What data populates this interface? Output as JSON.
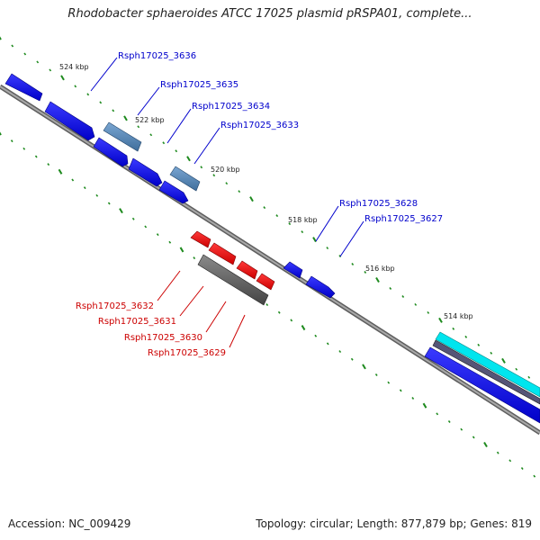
{
  "title": "Rhodobacter sphaeroides ATCC 17025 plasmid pRSPA01, complete...",
  "footer": {
    "accession": "Accession: NC_009429",
    "summary": "Topology: circular; Length: 877,879 bp; Genes: 819"
  },
  "kbp_labels": [
    "524 kbp",
    "522 kbp",
    "520 kbp",
    "518 kbp",
    "516 kbp",
    "514 kbp"
  ],
  "gene_labels": [
    "Rsph17025_3636",
    "Rsph17025_3635",
    "Rsph17025_3634",
    "Rsph17025_3633",
    "Rsph17025_3628",
    "Rsph17025_3627",
    "Rsph17025_3632",
    "Rsph17025_3631",
    "Rsph17025_3630",
    "Rsph17025_3629"
  ],
  "colors": {
    "forward_cds": "#0000ee",
    "forward_steel": "#4f7fae",
    "reverse_cds": "#ee0000",
    "reverse_other": "#555555",
    "cyan_track": "#00e5ee",
    "backbone": "#8c8c8c",
    "tick": "#1e8a1e",
    "label_blue": "#0000cc",
    "label_red": "#cc0000"
  }
}
